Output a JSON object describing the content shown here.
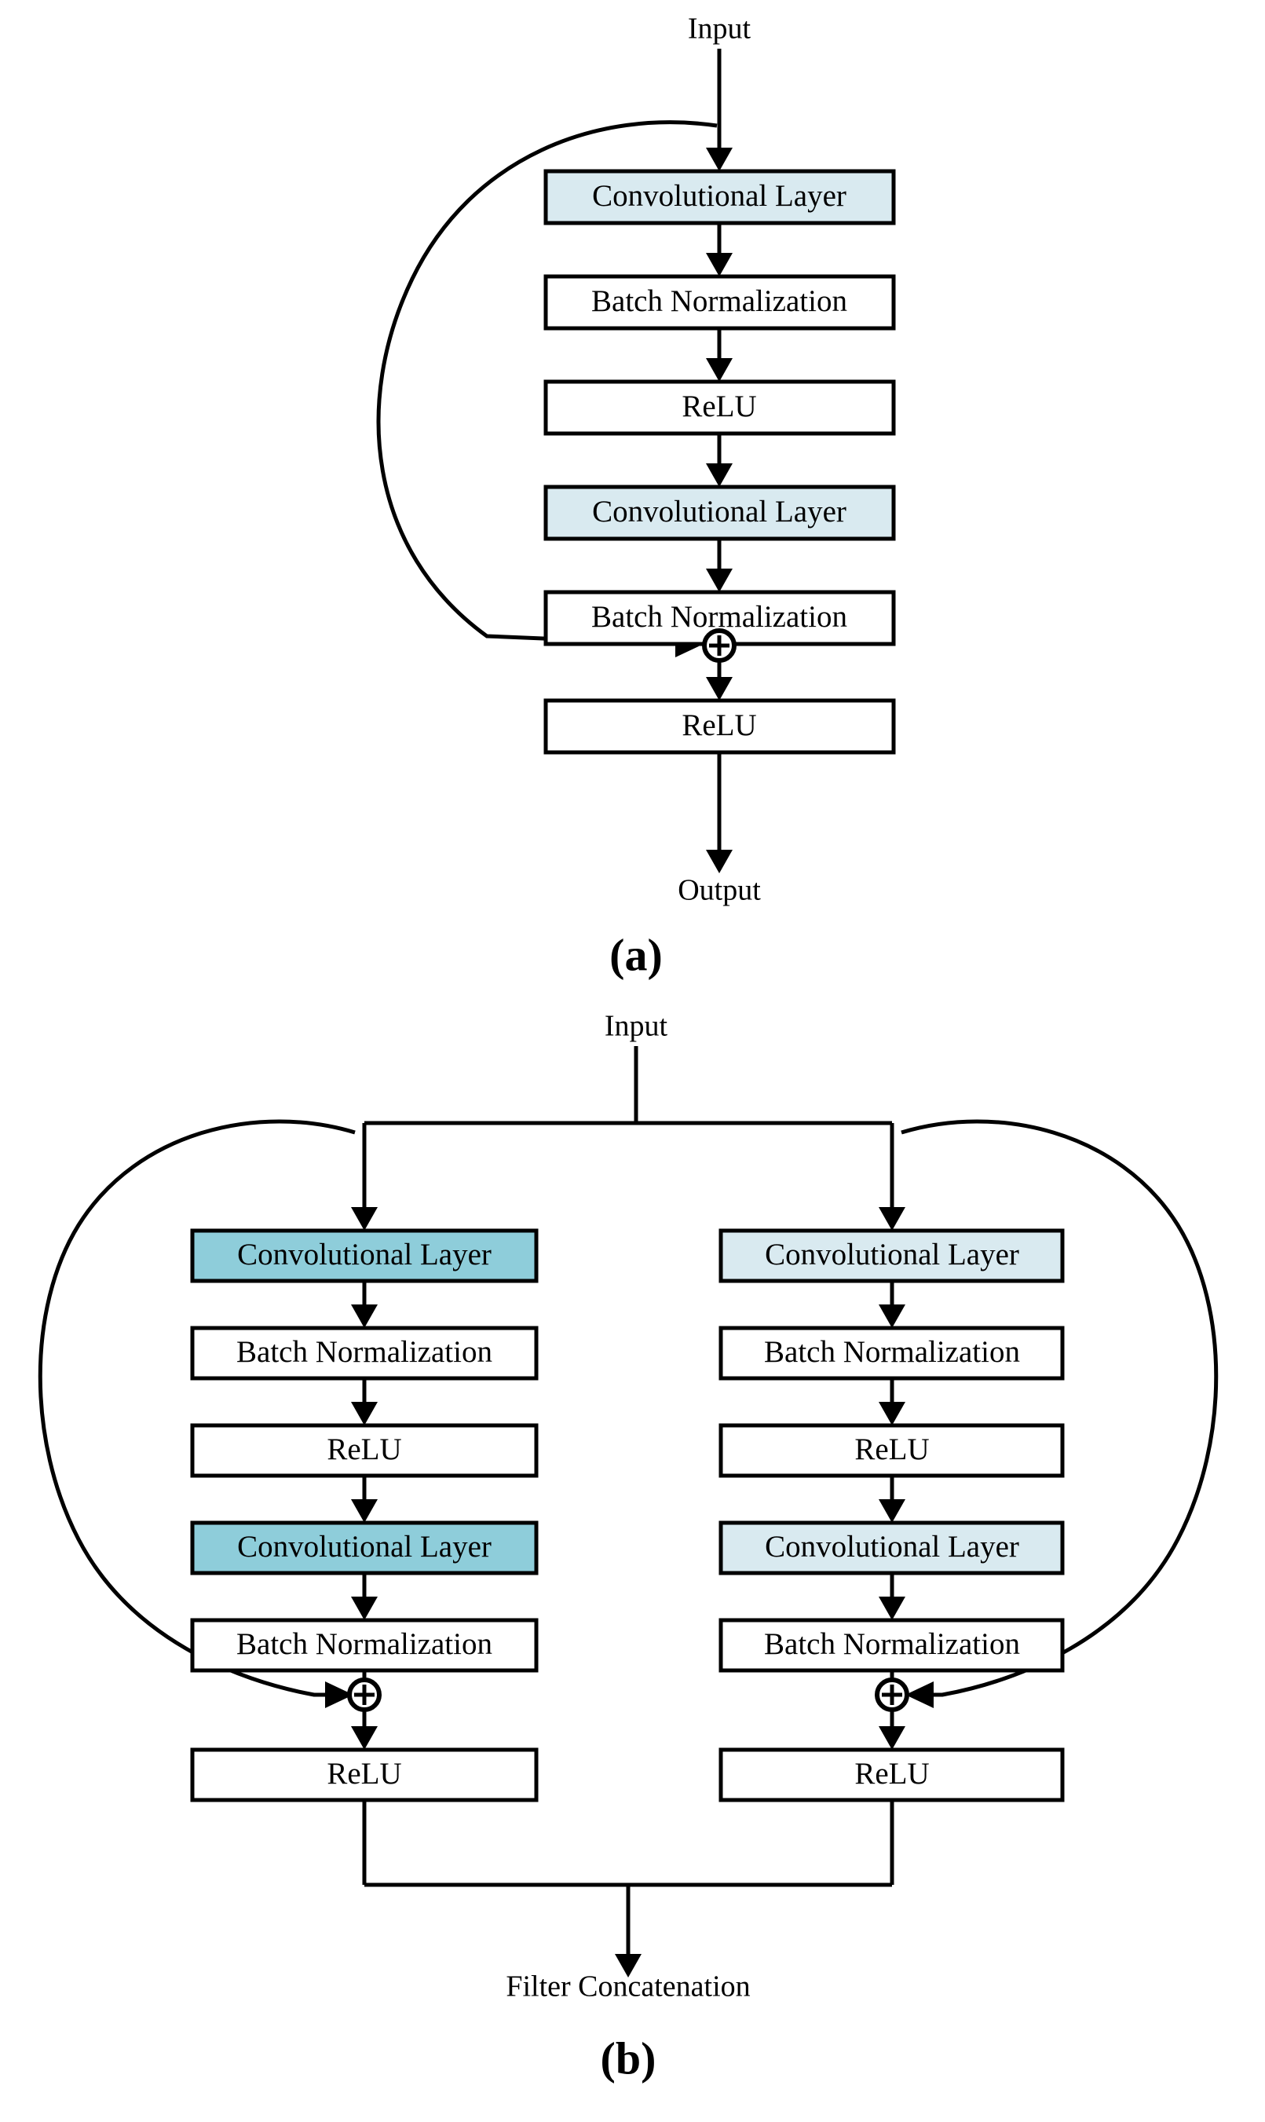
{
  "figure": {
    "panels": [
      {
        "caption": "(a)",
        "input_label": "Input",
        "output_label": "Output",
        "branches": [
          {
            "name": "main",
            "accent_color": "#d9eaf0",
            "nodes": [
              {
                "label": "Convolutional Layer",
                "style": "light"
              },
              {
                "label": "Batch Normalization",
                "style": "white"
              },
              {
                "label": "ReLU",
                "style": "white"
              },
              {
                "label": "Convolutional Layer",
                "style": "light"
              },
              {
                "label": "Batch Normalization",
                "style": "white"
              }
            ],
            "merge_symbol": "+",
            "post_merge_node": {
              "label": "ReLU",
              "style": "white"
            }
          }
        ]
      },
      {
        "caption": "(b)",
        "input_label": "Input",
        "output_label": "Filter Concatenation",
        "branches": [
          {
            "name": "left",
            "accent_color": "#8ecdda",
            "nodes": [
              {
                "label": "Convolutional Layer",
                "style": "teal"
              },
              {
                "label": "Batch Normalization",
                "style": "white"
              },
              {
                "label": "ReLU",
                "style": "white"
              },
              {
                "label": "Convolutional Layer",
                "style": "teal"
              },
              {
                "label": "Batch Normalization",
                "style": "white"
              }
            ],
            "merge_symbol": "+",
            "post_merge_node": {
              "label": "ReLU",
              "style": "white"
            }
          },
          {
            "name": "right",
            "accent_color": "#d9eaf0",
            "nodes": [
              {
                "label": "Convolutional Layer",
                "style": "light"
              },
              {
                "label": "Batch Normalization",
                "style": "white"
              },
              {
                "label": "ReLU",
                "style": "white"
              },
              {
                "label": "Convolutional Layer",
                "style": "light"
              },
              {
                "label": "Batch Normalization",
                "style": "white"
              }
            ],
            "merge_symbol": "+",
            "post_merge_node": {
              "label": "ReLU",
              "style": "white"
            }
          }
        ]
      }
    ],
    "colors": {
      "stroke": "#000000",
      "background": "#ffffff",
      "conv_light": "#d9eaf0",
      "conv_teal": "#8ecdda",
      "plain": "#ffffff"
    }
  }
}
